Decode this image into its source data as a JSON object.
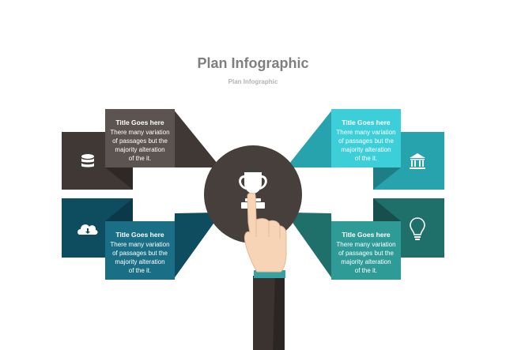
{
  "header": {
    "title": "Plan Infographic",
    "subtitle": "Plan Infographic"
  },
  "colors": {
    "top_left": "#5c5450",
    "top_left_dark": "#3f3835",
    "bottom_left": "#1a6f86",
    "bottom_left_dark": "#0e4c60",
    "top_right": "#3dcfd9",
    "top_right_dark": "#27a3ad",
    "bottom_right": "#2f9b97",
    "bottom_right_dark": "#1f6f6b",
    "center": "#463f3c",
    "skin": "#f7d4b5",
    "cuff": "#35a1a2",
    "sleeve": "#3a3330"
  },
  "cards": [
    {
      "id": "top-left",
      "title": "Title Goes here",
      "body": [
        "There many variation",
        "of passages but the",
        "majority alteration",
        "of the it."
      ],
      "icon": "database-icon"
    },
    {
      "id": "bottom-left",
      "title": "Title Goes here",
      "body": [
        "There many variation",
        "of passages but the",
        "majority alteration",
        "of the it."
      ],
      "icon": "cloud-download-icon"
    },
    {
      "id": "top-right",
      "title": "Title Goes here",
      "body": [
        "There many variation",
        "of passages but the",
        "majority alteration",
        "of the it."
      ],
      "icon": "bank-icon"
    },
    {
      "id": "bottom-right",
      "title": "Title Goes here",
      "body": [
        "There many variation",
        "of passages but the",
        "majority alteration",
        "of the it."
      ],
      "icon": "lightbulb-icon"
    }
  ],
  "center": {
    "icon": "trophy-icon",
    "pointer": "pointing-hand"
  }
}
